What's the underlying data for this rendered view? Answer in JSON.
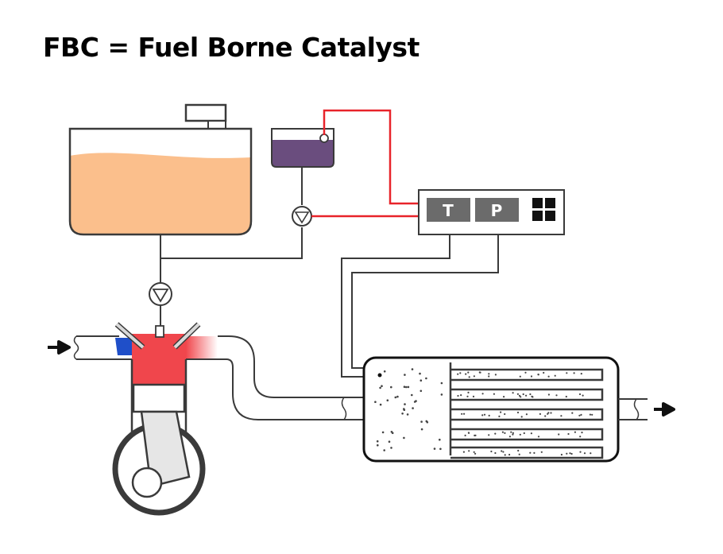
{
  "title": "FBC = Fuel Borne Catalyst",
  "controller": {
    "temperature_label": "T",
    "pressure_label": "P"
  },
  "colors": {
    "fuel": "#fbbf8c",
    "additive": "#6a4d7e",
    "signal_wire": "#e8232a",
    "combustion": "#f0464c",
    "intake_valve": "#1f4fc9",
    "sensor_box": "#6b6b6b"
  }
}
